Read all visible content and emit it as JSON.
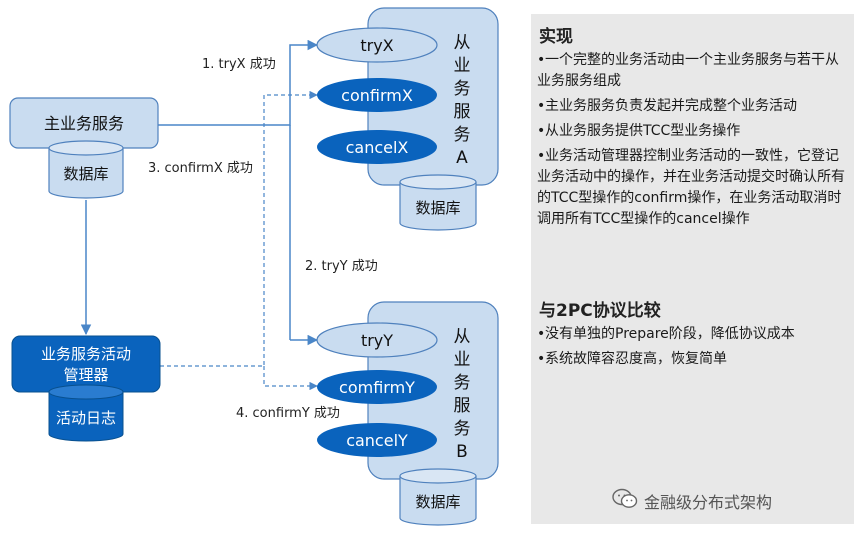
{
  "main_service": {
    "label": "主业务服务",
    "db_label": "数据库"
  },
  "activity_manager": {
    "label_line1": "业务服务活动",
    "label_line2": "管理器",
    "log_label": "活动日志"
  },
  "service_a": {
    "name_chars": [
      "从",
      "业",
      "务",
      "服",
      "务",
      "A"
    ],
    "ops": [
      "tryX",
      "confirmX",
      "cancelX"
    ],
    "db_label": "数据库"
  },
  "service_b": {
    "name_chars": [
      "从",
      "业",
      "务",
      "服",
      "务",
      "B"
    ],
    "ops": [
      "tryY",
      "comfirmY",
      "cancelY"
    ],
    "db_label": "数据库"
  },
  "steps": {
    "step1": "1. tryX 成功",
    "step2": "2. tryY 成功",
    "step3": "3. confirmX 成功",
    "step4": "4. confirmY 成功"
  },
  "panel": {
    "section1_title": "实现",
    "section1_items": [
      "一个完整的业务活动由一个主业务服务与若干从业务服务组成",
      "主业务服务负责发起并完成整个业务活动",
      "从业务服务提供TCC型业务操作",
      "业务活动管理器控制业务活动的一致性，它登记业务活动中的操作，并在业务活动提交时确认所有的TCC型操作的confirm操作，在业务活动取消时调用所有TCC型操作的cancel操作"
    ],
    "section2_title": "与2PC协议比较",
    "section2_items": [
      "没有单独的Prepare阶段，降低协议成本",
      "系统故障容忍度高，恢复简单"
    ]
  },
  "watermark": {
    "text": "金融级分布式架构",
    "icon": "wechat-icon"
  },
  "colors": {
    "light_box": "#c9dcf0",
    "light_border": "#4f81bd",
    "dark_blue": "#0a63bd",
    "arrow_blue": "#4a86c8",
    "panel_bg": "#e8e8e8"
  }
}
